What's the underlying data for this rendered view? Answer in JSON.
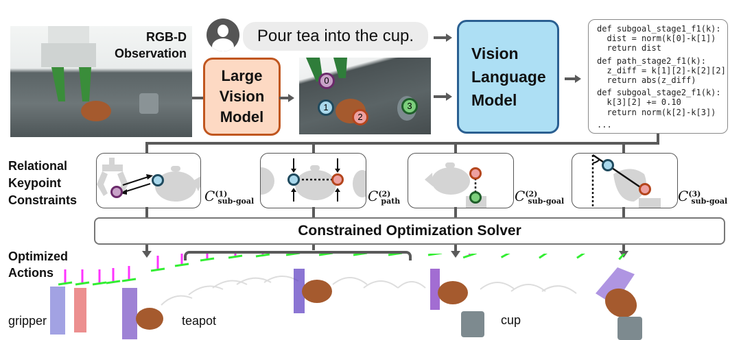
{
  "observation": {
    "label_line1": "RGB-D",
    "label_line2": "Observation"
  },
  "instruction": {
    "text": "Pour tea into the cup.",
    "icon": "user-avatar-icon"
  },
  "lvm": {
    "line1": "Large",
    "line2": "Vision",
    "line3": "Model",
    "fill": "#fdd9c3",
    "border": "#c0561f"
  },
  "keypoints": [
    {
      "id": "0",
      "fill": "#c8a2c8",
      "ring": "#6b2a6b"
    },
    {
      "id": "1",
      "fill": "#a9d8ec",
      "ring": "#1f4a5e"
    },
    {
      "id": "2",
      "fill": "#eda0a0",
      "ring": "#b4451c"
    },
    {
      "id": "3",
      "fill": "#7ccf7c",
      "ring": "#1f5e2a"
    }
  ],
  "vlm": {
    "line1": "Vision",
    "line2": "Language",
    "line3": "Model",
    "fill": "#addff4",
    "border": "#2a5f91"
  },
  "code": {
    "lines": [
      "def subgoal_stage1_f1(k):",
      "  dist = norm(k[0]-k[1])",
      "  return dist",
      "def path_stage2_f1(k):",
      "  z_diff = k[1][2]-k[2][2]",
      "  return abs(z_diff)",
      "def subgoal_stage2_f1(k):",
      "  k[3][2] += 0.10",
      "  return norm(k[2]-k[3])",
      "..."
    ]
  },
  "constraints": {
    "section_label_line1": "Relational",
    "section_label_line2": "Keypoint",
    "section_label_line3": "Constraints",
    "items": [
      {
        "symbol": "C",
        "sup": "(1)",
        "sub": "sub-goal"
      },
      {
        "symbol": "C",
        "sup": "(2)",
        "sub": "path"
      },
      {
        "symbol": "C",
        "sup": "(2)",
        "sub": "sub-goal"
      },
      {
        "symbol": "C",
        "sup": "(3)",
        "sub": "sub-goal"
      }
    ]
  },
  "solver": {
    "label": "Constrained Optimization Solver"
  },
  "actions": {
    "section_label_line1": "Optimized",
    "section_label_line2": "Actions",
    "gripper_label": "gripper",
    "teapot_label": "teapot",
    "cup_label": "cup"
  },
  "colors": {
    "arrow": "#5a5a5a",
    "gripper_axis": "#ff33ff",
    "gripper_base": "#33ee33",
    "teapot": "#a55a2e"
  }
}
